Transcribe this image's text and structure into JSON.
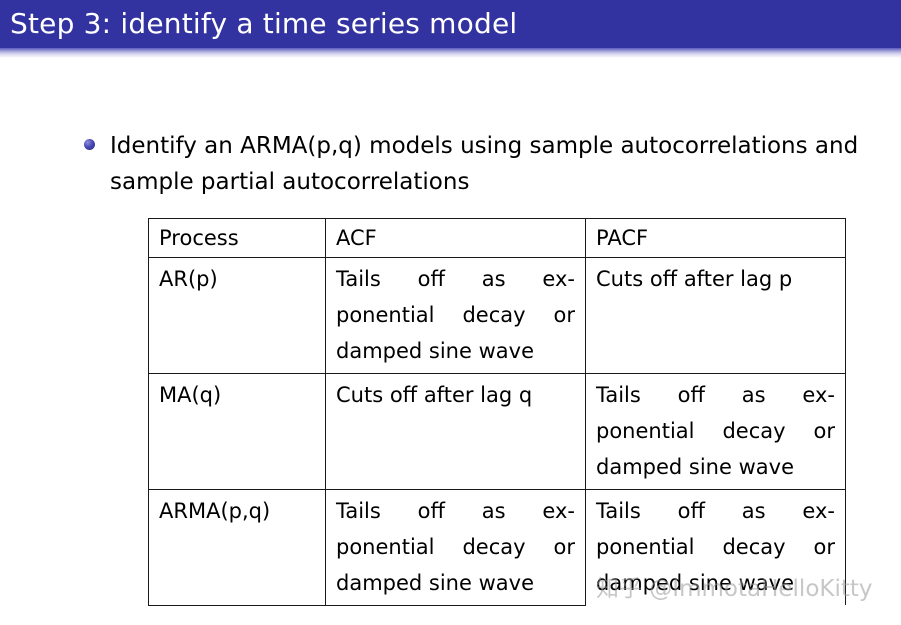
{
  "slide": {
    "title": "Step 3: identify a time series model",
    "title_bar_color": "#3232a0",
    "title_text_color": "#ffffff",
    "background_color": "#ffffff"
  },
  "bullets": [
    {
      "marker": "bullet-sphere",
      "marker_color": "#3a3aa8",
      "text": "Identify an ARMA(p,q) models using sample autocorrelations and sample partial autocorrelations"
    }
  ],
  "table": {
    "headers": [
      "Process",
      "ACF",
      "PACF"
    ],
    "rows": [
      {
        "process": "AR(p)",
        "acf": "Tails off as ex­ponential decay or damped sine wave",
        "pacf": "Cuts off after lag p"
      },
      {
        "process": "MA(q)",
        "acf": "Cuts off after lag q",
        "pacf": "Tails off as ex­ponential decay or damped sine wave"
      },
      {
        "process": "ARMA(p,q)",
        "acf": "Tails off as ex­ponential decay or damped sine wave",
        "pacf": "Tails off as ex­ponential decay or damped sine wave"
      }
    ]
  },
  "watermark": {
    "text": "知乎 @ImmotaHelloKitty",
    "color": "#9a9a9a"
  }
}
